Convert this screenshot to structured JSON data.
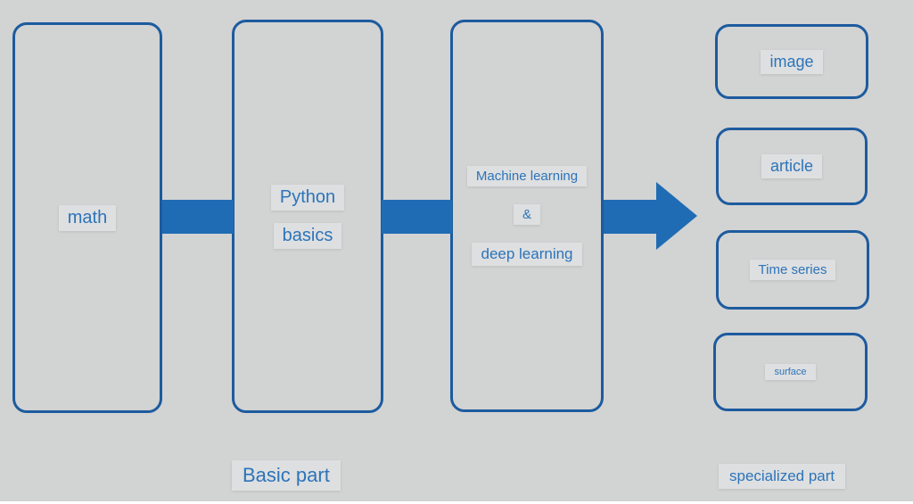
{
  "colors": {
    "bg": "#d2d3d3",
    "border": "#1d5b9e",
    "arrow": "#1f6cb4",
    "text": "#2c74ba",
    "highlight": "#dedfe0"
  },
  "main_boxes": {
    "math": {
      "label": "math"
    },
    "python": {
      "line1": "Python",
      "line2": "basics"
    },
    "ml": {
      "line1": "Machine learning",
      "line2": "&",
      "line3": "deep learning"
    }
  },
  "right_boxes": {
    "image": {
      "label": "image"
    },
    "article": {
      "label": "article"
    },
    "time_series": {
      "label": "Time series"
    },
    "surface": {
      "label": "surface"
    }
  },
  "captions": {
    "basic": "Basic part",
    "specialized": "specialized part"
  }
}
